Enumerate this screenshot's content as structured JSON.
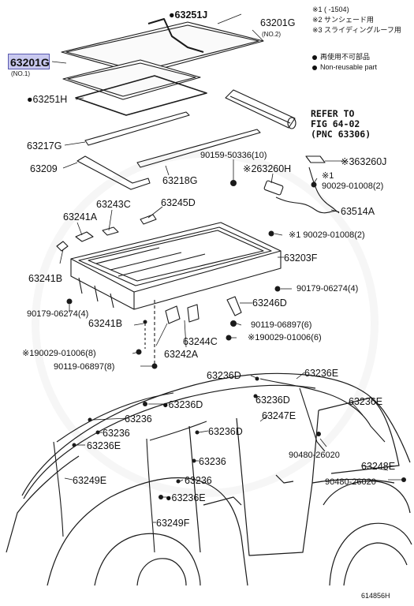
{
  "notes": [
    "※1 (      -1504)",
    "※2 サンシェード用",
    "※3 スライディングルーフ用"
  ],
  "legend": {
    "items": [
      {
        "symbol": "filled-dot",
        "text": "再使用不可部品"
      },
      {
        "symbol": "filled-dot",
        "text": "Non-reusable part"
      }
    ]
  },
  "highlighted_part": {
    "number": "63201G",
    "sub": "(NO.1)"
  },
  "refer": {
    "line1": "REFER TO",
    "line2": "FIG 64-02",
    "line3": "(PNC 63306)"
  },
  "figure_id": "614856H",
  "labels": {
    "p63251J": "●63251J",
    "p63201G2": "63201G",
    "p63201G2_sub": "(NO.2)",
    "p63251H": "●63251H",
    "p63217G": "63217G",
    "p63209": "63209",
    "p63218G": "63218G",
    "p90159": "90159-50336(10)",
    "p63260H": "※263260H",
    "p63260J": "※363260J",
    "p90029_2a": "※1",
    "p90029_2b": "90029-01008(2)",
    "p63243C": "63243C",
    "p63245D": "63245D",
    "p63241A": "63241A",
    "p63514A": "63514A",
    "p90029_2c": "※1 90029-01008(2)",
    "p63241B": "63241B",
    "p63203F": "63203F",
    "p90179_r": "90179-06274(4)",
    "p63246D": "63246D",
    "p90179_l": "90179-06274(4)",
    "p63241B2": "63241B",
    "p90119_r": "90119-06897(6)",
    "p90029_6": "※190029-01006(6)",
    "p63244C": "63244C",
    "p90029_8": "※190029-01006(8)",
    "p63242A": "63242A",
    "p90119_l": "90119-06897(8)",
    "p63236D_t": "63236D",
    "p63236E_t": "63236E",
    "p63236D_m": "63236D",
    "p63236E_r": "63236E",
    "p63236D_l": "●63236D",
    "p63247E": "63247E",
    "p63236_1": "63236",
    "p63236_2": "63236",
    "p63236D_c": "63236D",
    "p63236E_l": "63236E",
    "p90480_1": "90480-26020",
    "p63236_3": "63236",
    "p63248E": "63248E",
    "p63249E": "63249E",
    "p63236_4": "63236",
    "p90480_2": "90480-26020",
    "p63236E_c": "●63236E",
    "p63249F": "63249F"
  }
}
